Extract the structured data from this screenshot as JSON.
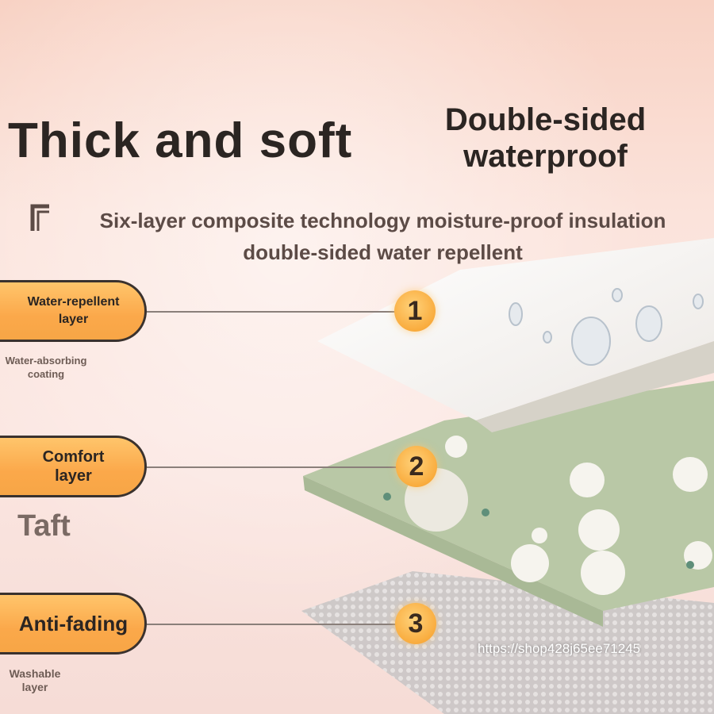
{
  "headline": {
    "left": "Thick and soft",
    "right_line1": "Double-sided",
    "right_line2": "waterproof"
  },
  "subtitle": {
    "line1": "Six-layer composite technology moisture-proof insulation",
    "line2": "double-sided water repellent"
  },
  "layers": [
    {
      "number": "1",
      "pill_line1": "Water-repellent",
      "pill_line2": "layer",
      "sub_line1": "Water-absorbing",
      "sub_line2": "coating"
    },
    {
      "number": "2",
      "pill_line1": "Comfort",
      "pill_line2": "layer",
      "sub": "Taft"
    },
    {
      "number": "3",
      "pill": "Anti-fading",
      "sub_line1": "Washable",
      "sub_line2": "layer"
    }
  ],
  "watermark": "https://shop428j65ee71245",
  "colors": {
    "accent_orange": "#f9ac3e",
    "text_dark": "#2b2522",
    "mat_green": "#b9c8a6",
    "background_pink": "#fbe3db"
  }
}
